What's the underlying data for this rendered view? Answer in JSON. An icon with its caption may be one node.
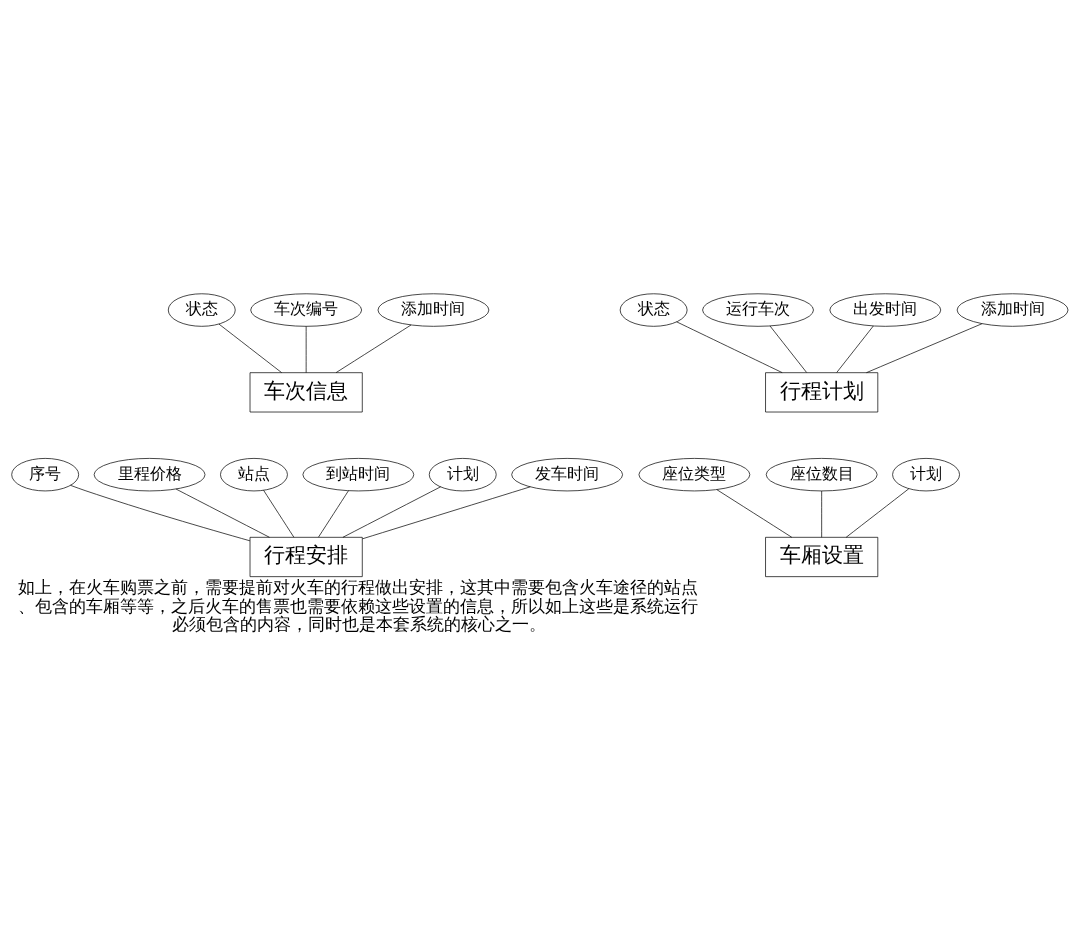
{
  "diagram": {
    "caption": "如上，在火车购票之前，需要提前对火车的行程做出安排，这其中需要包含火车途径的站点、包含的车厢等等，之后火车的售票也需要依赖这些设置的信息，所以如上这些是系统运行必须包含的内容，同时也是本套系统的核心之一。",
    "nodes": [
      {
        "text": [
          "车次信息"
        ]
      },
      {
        "text": [
          "状态"
        ]
      },
      {
        "text": [
          "车次编号"
        ]
      },
      {
        "text": [
          "添加时间"
        ]
      },
      {
        "text": [
          "行程计划"
        ]
      },
      {
        "text": [
          "状态"
        ]
      },
      {
        "text": [
          "运行车次"
        ]
      },
      {
        "text": [
          "出发时间"
        ]
      },
      {
        "text": [
          "添加时间"
        ]
      },
      {
        "text": [
          "行程安排"
        ]
      },
      {
        "text": [
          "序号"
        ]
      },
      {
        "text": [
          "里程价格"
        ]
      },
      {
        "text": [
          "站点"
        ]
      },
      {
        "text": [
          "到站时间"
        ]
      },
      {
        "text": [
          "计划"
        ]
      },
      {
        "text": [
          "发车时间"
        ]
      },
      {
        "text": [
          "车厢设置"
        ]
      },
      {
        "text": [
          "座位类型"
        ]
      },
      {
        "text": [
          "座位数目"
        ]
      },
      {
        "text": [
          "计划"
        ]
      }
    ],
    "edges": [
      {
        "from": 2,
        "to": 0,
        "arrow": "none"
      },
      {
        "from": 1,
        "to": 0,
        "arrow": "none"
      },
      {
        "from": 3,
        "to": 0,
        "arrow": "none"
      },
      {
        "from": 7,
        "to": 4,
        "arrow": "none"
      },
      {
        "from": 5,
        "to": 4,
        "arrow": "none"
      },
      {
        "from": 6,
        "to": 4,
        "arrow": "none"
      },
      {
        "from": 8,
        "to": 4,
        "arrow": "none"
      },
      {
        "from": 14,
        "to": 9,
        "arrow": "none"
      },
      {
        "from": 12,
        "to": 9,
        "arrow": "none"
      },
      {
        "from": 10,
        "to": 9,
        "arrow": "none"
      },
      {
        "from": 11,
        "to": 9,
        "arrow": "none"
      },
      {
        "from": 13,
        "to": 9,
        "arrow": "none"
      },
      {
        "from": 15,
        "to": 9,
        "arrow": "none"
      },
      {
        "from": 19,
        "to": 16,
        "arrow": "none"
      },
      {
        "from": 17,
        "to": 16,
        "arrow": "none"
      },
      {
        "from": 18,
        "to": 16,
        "arrow": "none"
      }
    ]
  }
}
